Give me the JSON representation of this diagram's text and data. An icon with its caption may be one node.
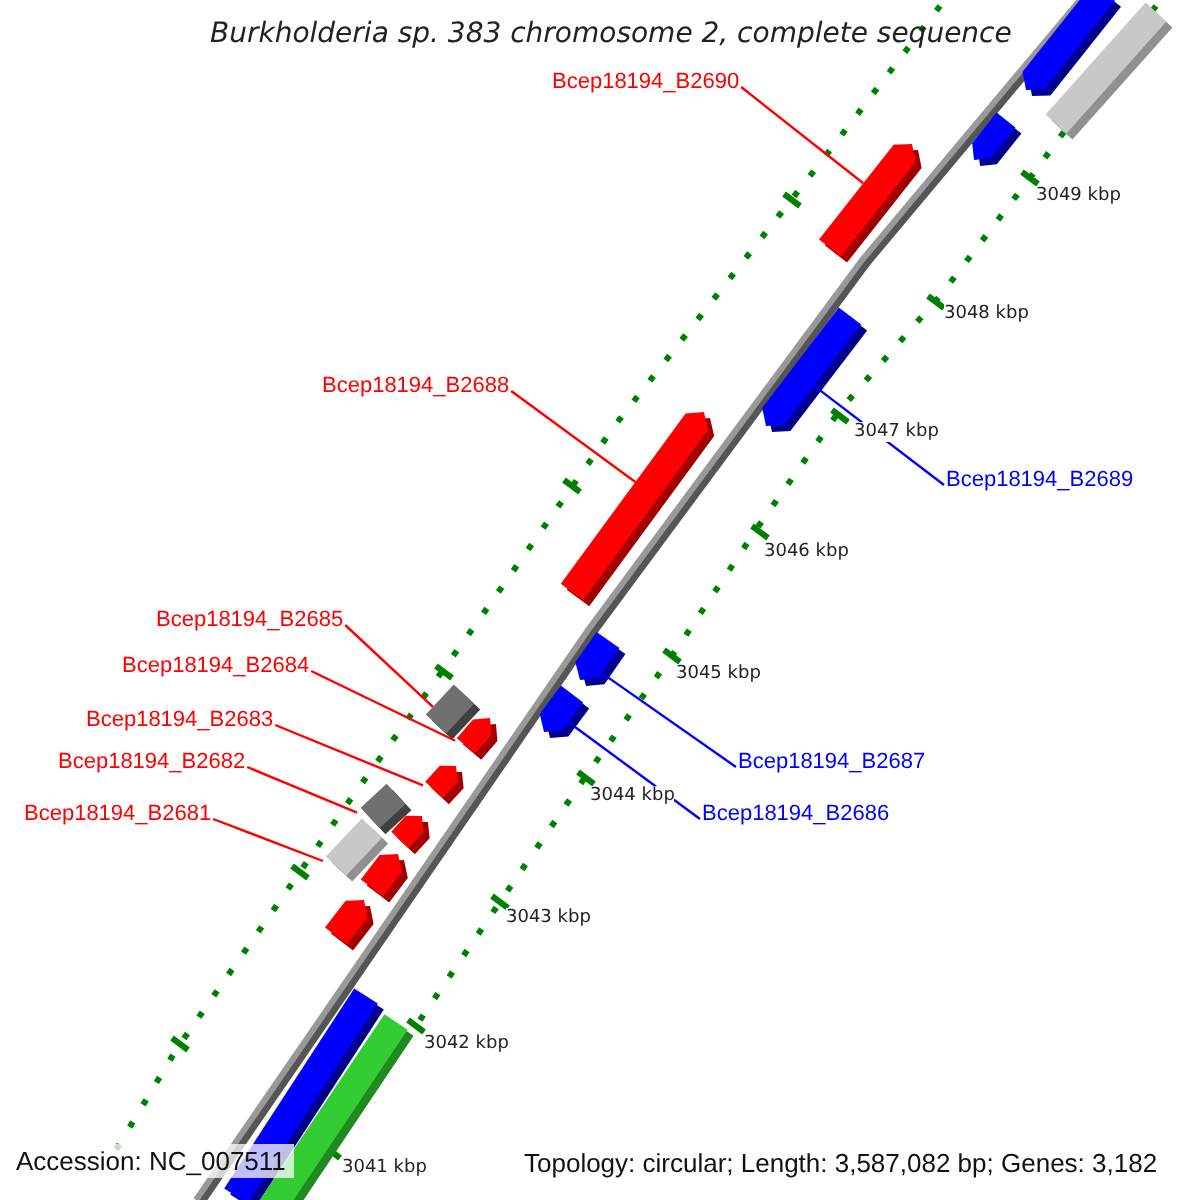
{
  "diagram": {
    "title": "Burkholderia sp. 383 chromosome 2, complete sequence",
    "nodes": [
      {
        "text": [
          "Bcep18194_B2690"
        ]
      },
      {
        "text": [],
        "shape": "bar"
      },
      {
        "text": [
          "Bcep18194_B2688"
        ]
      },
      {
        "text": [],
        "shape": "bar"
      },
      {
        "text": [
          "Bcep18194_B2689"
        ]
      },
      {
        "text": [],
        "shape": "bar"
      },
      {
        "text": [
          "Bcep18194_B2685"
        ]
      },
      {
        "text": [],
        "shape": "bar"
      },
      {
        "text": [
          "Bcep18194_B2684"
        ]
      },
      {
        "text": [],
        "shape": "bar"
      },
      {
        "text": [
          "Bcep18194_B2683"
        ]
      },
      {
        "text": [],
        "shape": "bar"
      },
      {
        "text": [
          "Bcep18194_B2687"
        ]
      },
      {
        "text": [],
        "shape": "bar"
      },
      {
        "text": [
          "Bcep18194_B2682"
        ]
      },
      {
        "text": [],
        "shape": "bar"
      },
      {
        "text": [
          "Bcep18194_B2681"
        ]
      },
      {
        "text": [],
        "shape": "bar"
      },
      {
        "text": [
          "Bcep18194_B2686"
        ]
      },
      {
        "text": [],
        "shape": "bar"
      },
      {
        "text": [],
        "shape": "bar"
      },
      {
        "text": [],
        "shape": "bar"
      },
      {
        "text": [],
        "shape": "bar"
      },
      {
        "text": [],
        "shape": "bar"
      },
      {
        "text": [],
        "shape": "bar"
      },
      {
        "text": [],
        "shape": "bar"
      },
      {
        "text": [],
        "shape": "bar"
      },
      {
        "text": [],
        "shape": "bar"
      }
    ],
    "edges": [
      {
        "from": 0,
        "to": 1,
        "arrow": "none"
      },
      {
        "from": 2,
        "to": 3,
        "arrow": "none"
      },
      {
        "from": 4,
        "to": 5,
        "arrow": "none",
        "color": "#0000ff"
      },
      {
        "from": 6,
        "to": 7,
        "arrow": "none"
      },
      {
        "from": 8,
        "to": 9,
        "arrow": "none"
      },
      {
        "from": 10,
        "to": 11,
        "arrow": "none"
      },
      {
        "from": 12,
        "to": 13,
        "arrow": "none",
        "color": "#0000ff"
      },
      {
        "from": 14,
        "to": 15,
        "arrow": "none"
      },
      {
        "from": 16,
        "to": 17,
        "arrow": "none"
      },
      {
        "from": 18,
        "to": 19,
        "arrow": "none",
        "color": "#0000ff"
      }
    ],
    "labels": [
      "3049 kbp",
      "3048 kbp",
      "3047 kbp",
      "3046 kbp",
      "3045 kbp",
      "3044 kbp",
      "3043 kbp",
      "3042 kbp",
      "3041 kbp",
      "Accession: NC_007511",
      "Topology: circular; Length: 3,587,082 bp; Genes: 3,182"
    ]
  }
}
